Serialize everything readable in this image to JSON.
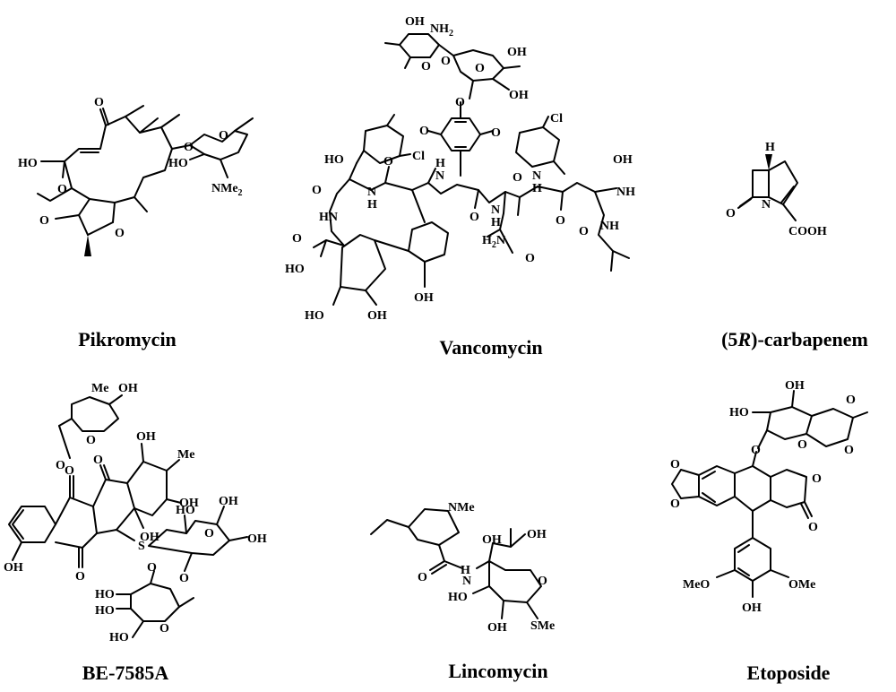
{
  "compounds": [
    {
      "name": "Pikromycin",
      "labels": {
        "ketone_o": "O",
        "ho": "HO",
        "ring_o": "O",
        "lactone_o": "O",
        "keto2_o": "O",
        "ether_o": "O",
        "sugar_o": "O",
        "sugar_ho": "HO",
        "nme2": "NMe",
        "nme2_sub": "2"
      }
    },
    {
      "name": "Vancomycin",
      "labels": {
        "oh1": "OH",
        "nh2": "NH",
        "nh2_sub": "2",
        "o_sugar1": "O",
        "o_link": "O",
        "oh2": "OH",
        "oh3": "OH",
        "o_sugar2": "O",
        "o_aryl": "O",
        "o_ether1": "O",
        "o_ether2": "O",
        "cl1": "Cl",
        "cl2": "Cl",
        "ho1": "HO",
        "oh4": "OH",
        "o1": "O",
        "hn1": "HN",
        "n1": "N",
        "h1": "H",
        "o2": "O",
        "n2": "N",
        "h2": "H",
        "o3": "O",
        "n3": "N",
        "h3": "H",
        "o4": "O",
        "n4": "N",
        "h4": "H",
        "o5": "O",
        "nh1": "NH",
        "n5h": "NH",
        "o6": "O",
        "h2n": "H",
        "h2n_sub": "2",
        "h2n_n": "N",
        "o7": "O",
        "o8": "O",
        "ho2": "HO",
        "ho3": "HO",
        "oh5": "OH",
        "oh6": "OH"
      }
    },
    {
      "name_prefix": "(5",
      "name_italic": "R",
      "name_suffix": ")-carbapenem",
      "labels": {
        "h": "H",
        "o": "O",
        "n": "N",
        "cooh": "COOH"
      }
    },
    {
      "name": "BE-7585A",
      "labels": {
        "oh1": "OH",
        "me1": "Me",
        "o1": "O",
        "o2": "O",
        "oh2": "OH",
        "me2": "Me",
        "o3": "O",
        "oh3": "OH",
        "o4": "O",
        "oh4": "OH",
        "s": "S",
        "ho1": "HO",
        "o5": "O",
        "oh5": "OH",
        "o6": "O",
        "oh6": "OH",
        "oh7": "OH",
        "o7": "O",
        "ho2": "HO",
        "ho3": "HO",
        "o8": "O",
        "ho4": "HO",
        "o9": "O"
      }
    },
    {
      "name": "Lincomycin",
      "labels": {
        "nme": "NMe",
        "oh1": "OH",
        "o1": "O",
        "h": "H",
        "n": "N",
        "oh2": "OH",
        "ho": "HO",
        "o2": "O",
        "sme": "SMe",
        "oh3": "OH"
      }
    },
    {
      "name": "Etoposide",
      "labels": {
        "oh1": "OH",
        "ho1": "HO",
        "o1": "O",
        "o2": "O",
        "o3": "O",
        "o4": "O",
        "o5": "O",
        "o6": "O",
        "o7": "O",
        "o8": "O",
        "meo": "MeO",
        "ome": "OMe",
        "oh2": "OH"
      }
    }
  ]
}
